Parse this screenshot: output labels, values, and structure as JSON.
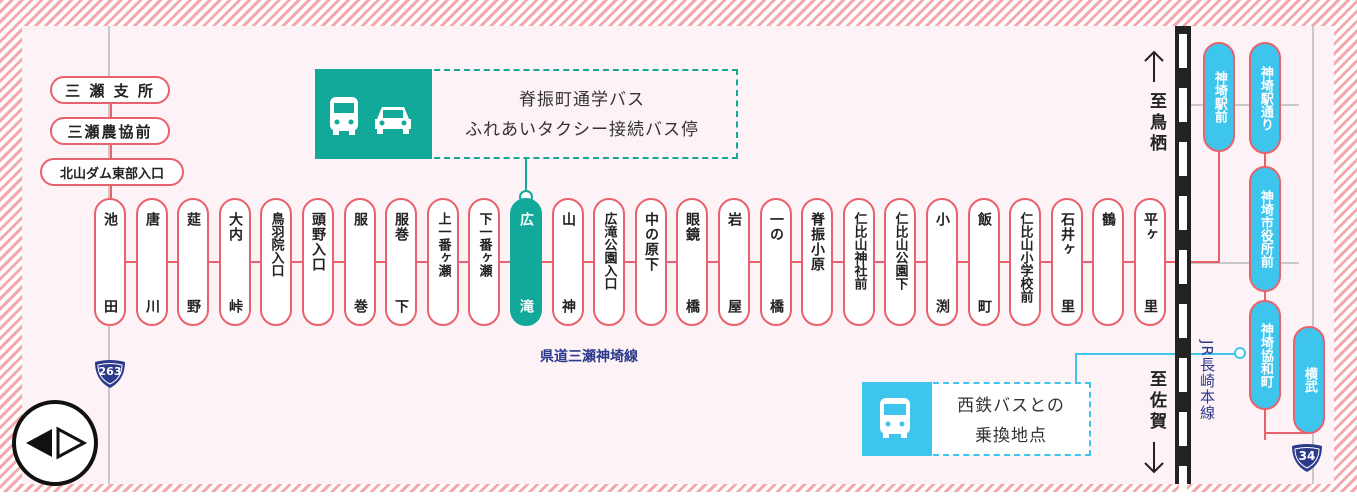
{
  "top_stops": [
    "三 瀬 支 所",
    "三瀬農協前",
    "北山ダム東部入口"
  ],
  "stops": [
    {
      "top": "池",
      "bottom": "田"
    },
    {
      "top": "唐",
      "bottom": "川"
    },
    {
      "top": "莚",
      "bottom": "野"
    },
    {
      "top": "大内",
      "bottom": "峠"
    },
    {
      "top": "鳥羽院入口",
      "bottom": ""
    },
    {
      "top": "頭野入口",
      "bottom": ""
    },
    {
      "top": "服",
      "bottom": "巻"
    },
    {
      "top": "服巻",
      "bottom": "下"
    },
    {
      "top": "上一番ヶ瀬",
      "bottom": ""
    },
    {
      "top": "下一番ヶ瀬",
      "bottom": ""
    },
    {
      "top": "広",
      "bottom": "滝"
    },
    {
      "top": "山",
      "bottom": "神"
    },
    {
      "top": "広滝公園入口",
      "bottom": ""
    },
    {
      "top": "中の原下",
      "bottom": ""
    },
    {
      "top": "眼鏡",
      "bottom": "橋"
    },
    {
      "top": "岩",
      "bottom": "屋"
    },
    {
      "top": "一の",
      "bottom": "橋"
    },
    {
      "top": "脊振小原",
      "bottom": ""
    },
    {
      "top": "仁比山神社前",
      "bottom": ""
    },
    {
      "top": "仁比山公園下",
      "bottom": ""
    },
    {
      "top": "小",
      "bottom": "渕"
    },
    {
      "top": "飯",
      "bottom": "町"
    },
    {
      "top": "仁比山小学校前",
      "bottom": ""
    },
    {
      "top": "石井ヶ",
      "bottom": "里"
    },
    {
      "top": "鶴",
      "bottom": ""
    },
    {
      "top": "平ヶ",
      "bottom": "里"
    }
  ],
  "right_stops": [
    "神埼駅前",
    "神埼駅通り",
    "神埼市役所前",
    "神埼協和町",
    "横武"
  ],
  "callout_green": {
    "line1": "脊振町通学バス",
    "line2": "ふれあいタクシー接続バス停"
  },
  "callout_blue": {
    "line1": "西鉄バスとの",
    "line2": "乗換地点"
  },
  "road_label": "県道三瀬神埼線",
  "route_shields": {
    "left": "263",
    "right": "34"
  },
  "direction_north": "至鳥栖",
  "direction_south": "至佐賀",
  "rail_line": "JR長崎本線",
  "colors": {
    "route": "#e8626d",
    "highlight": "#12a89a",
    "accent": "#3ec5ee",
    "navy": "#2c3a8c"
  }
}
